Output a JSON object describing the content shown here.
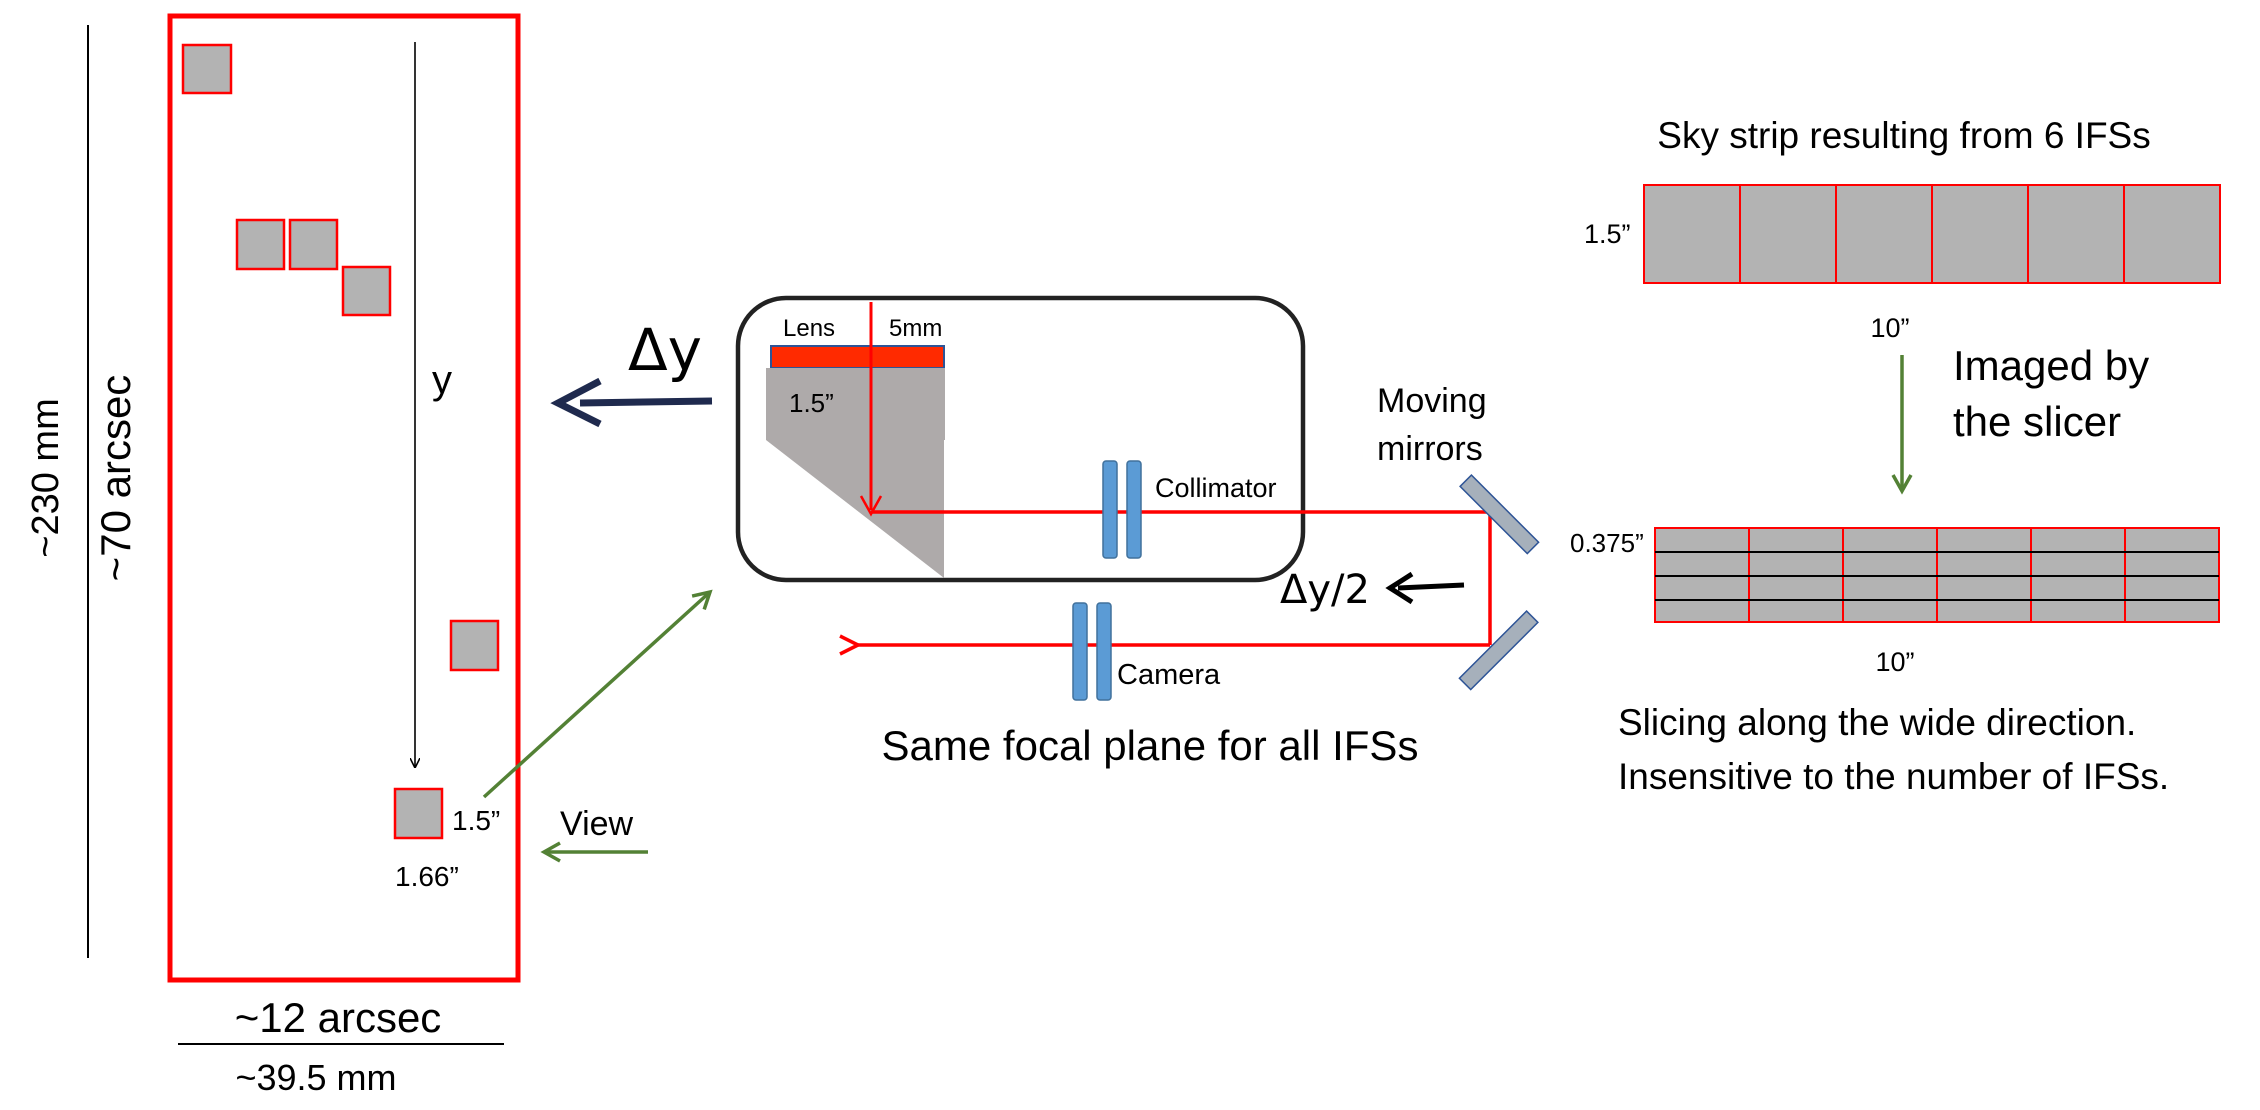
{
  "left_panel": {
    "height_mm": "~230 mm",
    "height_arcsec": "~70 arcsec",
    "width_arcsec": "~12 arcsec",
    "width_mm": "~39.5 mm",
    "y_axis": "y",
    "pixel_height": "1.5”",
    "pixel_width": "1.66”",
    "view_label": "View"
  },
  "ifs_box": {
    "delta_y": "Δy",
    "lens_label": "Lens",
    "lens_size": "5mm",
    "field_size": "1.5”",
    "collimator_label": "Collimator",
    "camera_label": "Camera",
    "moving_mirrors_line1": "Moving",
    "moving_mirrors_line2": "mirrors",
    "delta_y_half": "Δy/2",
    "caption": "Same focal plane for all IFSs"
  },
  "right_panel": {
    "strip_title": "Sky strip resulting from 6 IFSs",
    "strip_height": "1.5”",
    "strip_width": "10”",
    "imaged_line1": "Imaged by",
    "imaged_line2": "the slicer",
    "sliced_height": "0.375”",
    "sliced_width": "10”",
    "note_line1": "Slicing along the wide direction.",
    "note_line2": "Insensitive to the number of IFSs."
  },
  "colors": {
    "red": "#ff0000",
    "gray_fill": "#b3b3b3",
    "green_arrow": "#538135",
    "navy_arrow": "#1f2a4e",
    "lens_blue": "#5b9bd5",
    "mirror_gray": "#a6b0bb"
  }
}
